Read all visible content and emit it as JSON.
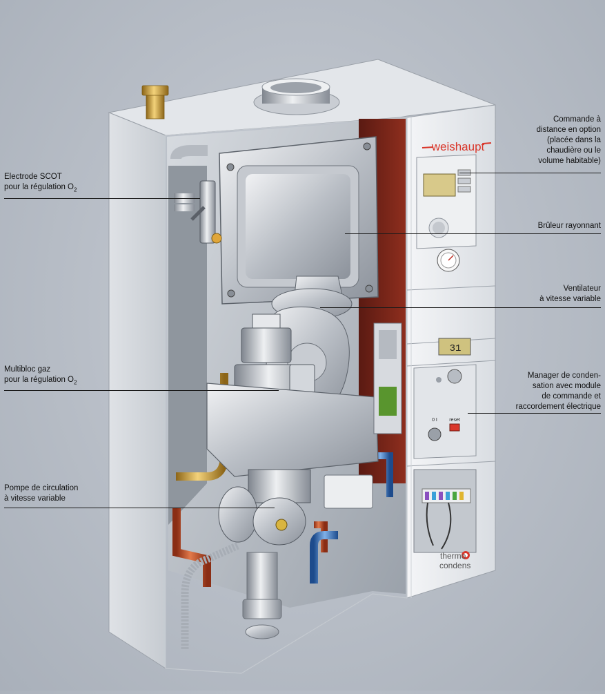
{
  "brand": {
    "name": "weishaupt",
    "product_line1": "thermo",
    "product_line2": "condens",
    "display_reading": "31",
    "button_label": "reset",
    "switch_marks": "0 I"
  },
  "callouts_left": [
    {
      "line1": "Electrode SCOT",
      "line2_pre": "pour la régulation O",
      "line2_sub": "2"
    },
    {
      "line1": "Multibloc gaz",
      "line2_pre": "pour la régulation O",
      "line2_sub": "2"
    },
    {
      "line1": "Pompe de circulation",
      "line2_pre": "à vitesse variable",
      "line2_sub": ""
    }
  ],
  "callouts_right": [
    {
      "lines": [
        "Commande à",
        "distance en option",
        "(placée dans la",
        "chaudière ou le",
        "volume habitable)"
      ]
    },
    {
      "lines": [
        "Brûleur rayonnant"
      ]
    },
    {
      "lines": [
        "Ventilateur",
        "à vitesse variable"
      ]
    },
    {
      "lines": [
        "Manager de conden-",
        "sation avec module",
        "de commande et",
        "raccordement électrique"
      ]
    }
  ],
  "colors": {
    "background": "#b9bfc8",
    "casing": "#e9ebee",
    "brand_red": "#d9362a",
    "copper": "#c2512e",
    "brass": "#d1a23c",
    "water_blue": "#3f78c2",
    "rear_panel": "#7f2619",
    "lcd": "#d8c98a"
  }
}
